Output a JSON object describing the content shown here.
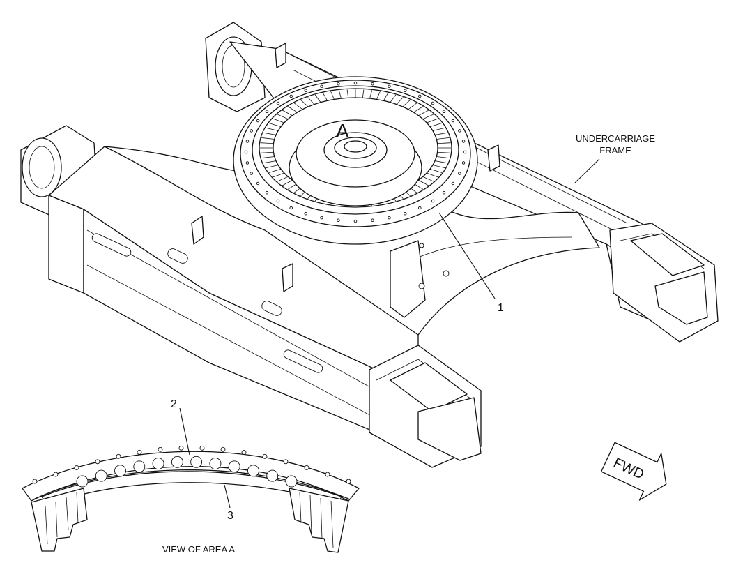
{
  "diagram": {
    "callouts": {
      "area_a": "A",
      "item_1": "1",
      "item_2": "2",
      "item_3": "3"
    },
    "frame_label_line1": "UNDERCARRIAGE",
    "frame_label_line2": "FRAME",
    "direction_arrow": "FWD",
    "detail_caption": "VIEW OF AREA A"
  }
}
